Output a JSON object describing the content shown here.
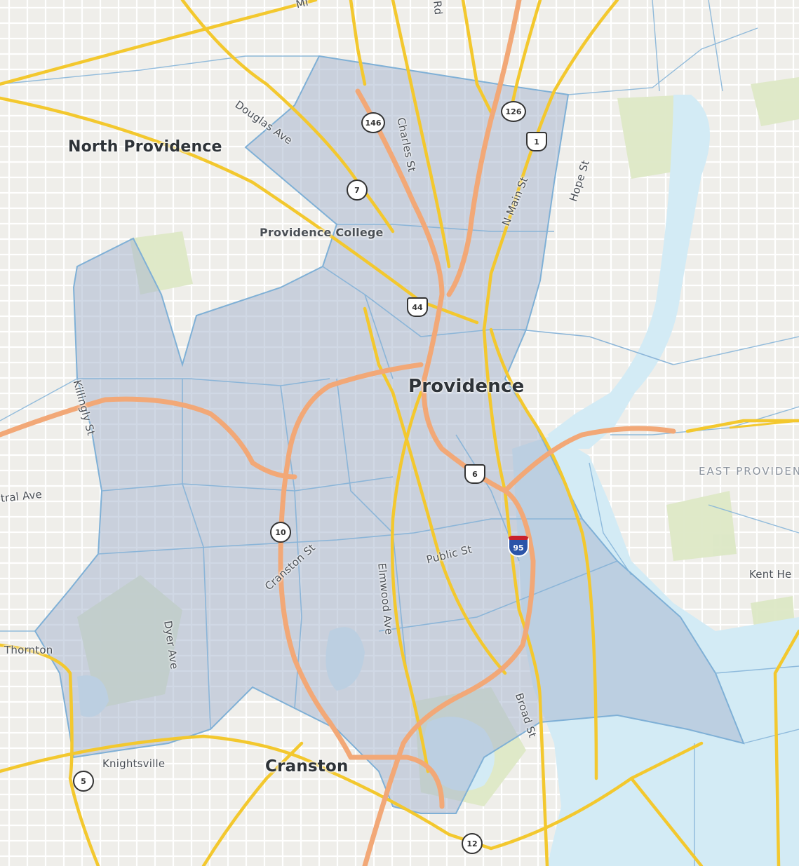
{
  "map": {
    "colors": {
      "land": "#f0efeb",
      "street": "#ffffff",
      "park": "#dde8c6",
      "water": "#d3ebf5",
      "district_fill": "#a9b8d0",
      "district_border": "#7fb0d6",
      "arterial": "#f3c82e",
      "highway": "#f2a877"
    },
    "places": {
      "providence": "Providence",
      "north_providence": "North Providence",
      "cranston": "Cranston",
      "east_providence": "EAST PROVIDENCE",
      "providence_college": "Providence College",
      "knightsville": "Knightsville",
      "kent_heights": "Kent He",
      "thornton": "Thornton"
    },
    "streets": {
      "douglas_ave": "Douglas Ave",
      "charles_st": "Charles St",
      "n_main_st": "N Main St",
      "hope_st": "Hope St",
      "killingly_st": "Killingly St",
      "central_ave": "tral Ave",
      "cranston_st": "Cranston St",
      "elmwood_ave": "Elmwood Ave",
      "public_st": "Public St",
      "broad_st": "Broad St",
      "dyer_ave": "Dyer Ave",
      "mineral": "Mi",
      "road_top": "Rd"
    },
    "shields": {
      "route_146": "146",
      "route_126": "126",
      "us_1": "1",
      "route_7": "7",
      "us_44": "44",
      "us_6": "6",
      "route_10": "10",
      "interstate_95": "95",
      "route_5": "5",
      "route_12": "12"
    }
  }
}
